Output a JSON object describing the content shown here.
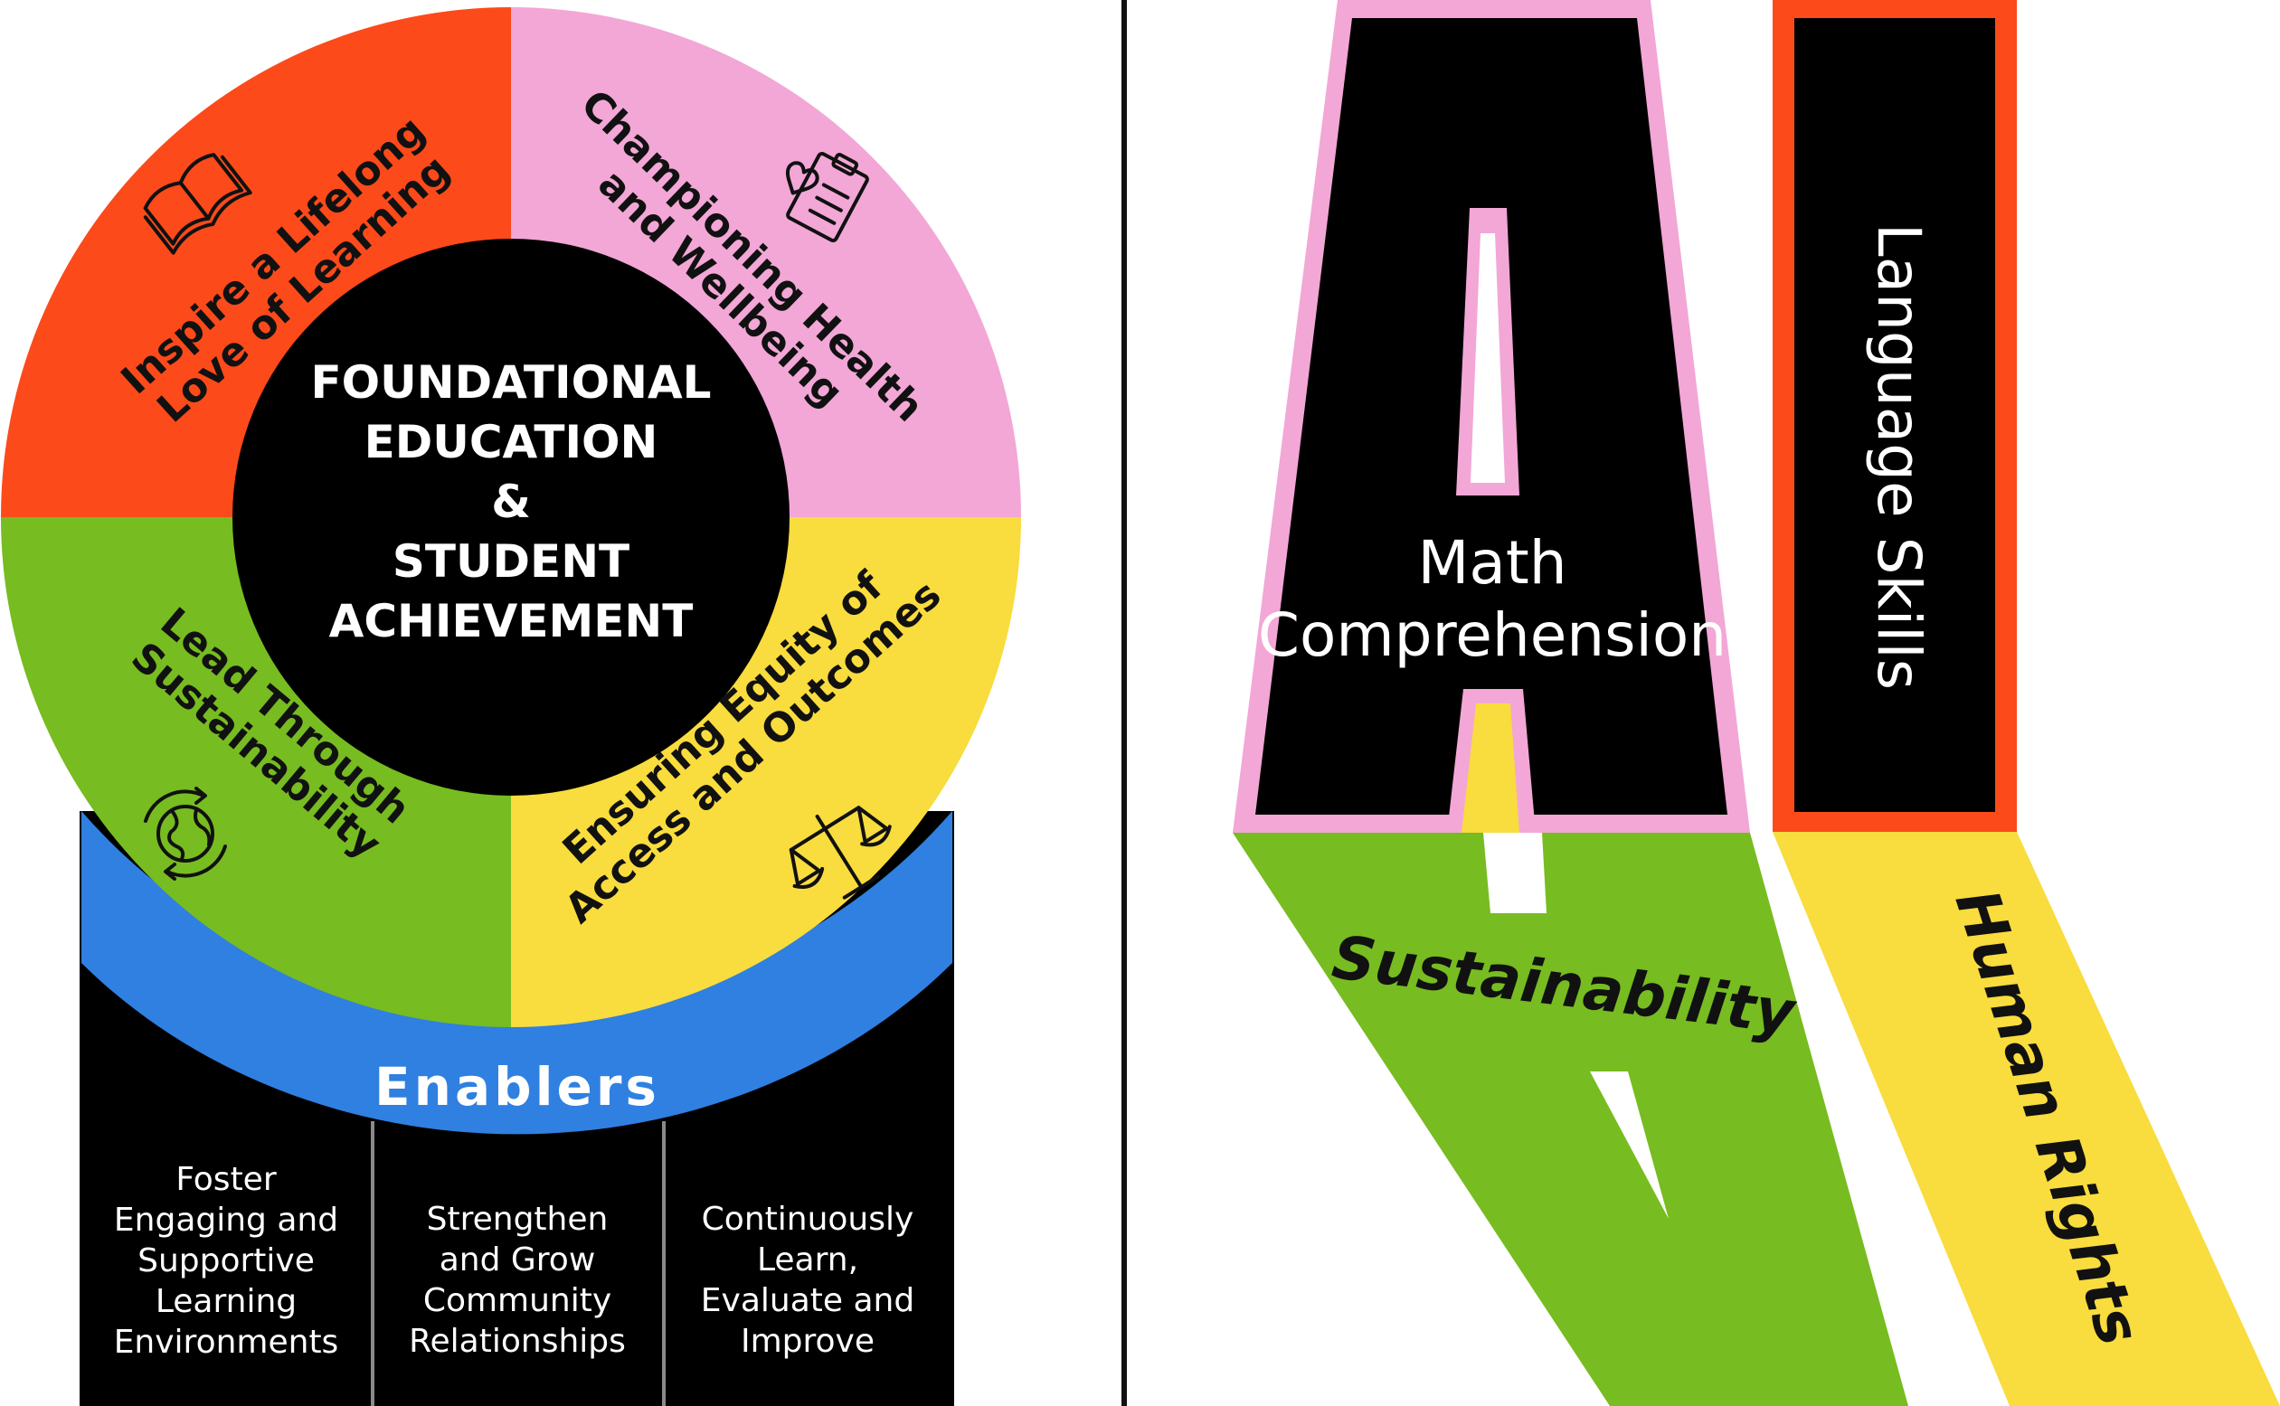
{
  "colors": {
    "red": "#FC4A1A",
    "pink": "#F2A7D6",
    "yellow": "#F9DC3D",
    "green": "#77BC20",
    "blue": "#2F80E0",
    "black": "#000000"
  },
  "wheel": {
    "core_lines": [
      "FOUNDATIONAL",
      "EDUCATION",
      "&",
      "STUDENT",
      "ACHIEVEMENT"
    ],
    "segments": [
      {
        "lines": [
          "Inspire a Lifelong",
          "Love of Learning"
        ],
        "icon": "open-book-icon"
      },
      {
        "lines": [
          "Championing Health",
          "and Wellbeing"
        ],
        "icon": "clipboard-heart-icon"
      },
      {
        "lines": [
          "Ensuring Equity of",
          "Access and Outcomes"
        ],
        "icon": "balance-scale-icon"
      },
      {
        "lines": [
          "Lead Through",
          "Sustainability"
        ],
        "icon": "recycle-globe-icon"
      }
    ]
  },
  "enablers": {
    "title": "Enablers",
    "columns": [
      [
        "Foster",
        "Engaging and",
        "Supportive",
        "Learning",
        "Environments"
      ],
      [
        "Strengthen",
        "and Grow",
        "Community",
        "Relationships"
      ],
      [
        "Continuously",
        "Learn,",
        "Evaluate and",
        "Improve"
      ]
    ]
  },
  "logo": {
    "math_lines": [
      "Math",
      "Comprehension"
    ],
    "language": "Language Skills",
    "sustainability": "Sustainability",
    "human_rights": "Human Rights"
  }
}
